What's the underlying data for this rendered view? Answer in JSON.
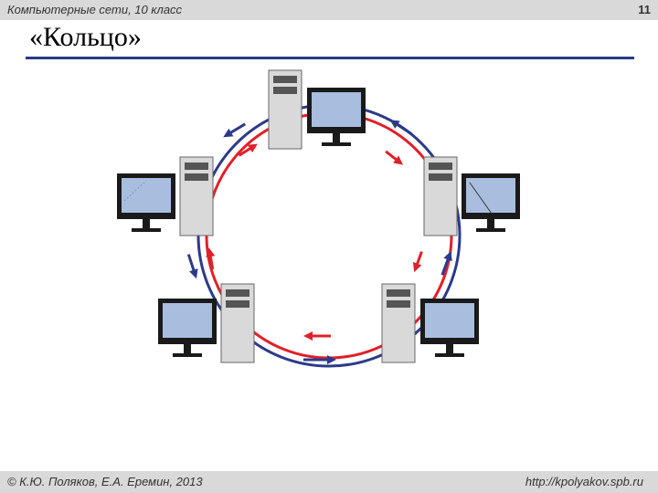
{
  "header": {
    "course": "Компьютерные сети, 10 класс",
    "page_number": "11"
  },
  "title": "«Кольцо»",
  "footer": {
    "authors": "© К.Ю. Поляков, Е.А. Еремин, 2013",
    "url": "http://kpolyakov.spb.ru"
  },
  "diagram": {
    "topology": "ring",
    "nodes": [
      "workstation",
      "workstation",
      "workstation",
      "workstation",
      "workstation"
    ],
    "colors": {
      "inner_ring": "#e0202a",
      "outer_ring": "#2c3a8a",
      "case": "#d9d9d9",
      "monitor_frame": "#1a1a1a",
      "screen": "#a9bedf"
    }
  }
}
